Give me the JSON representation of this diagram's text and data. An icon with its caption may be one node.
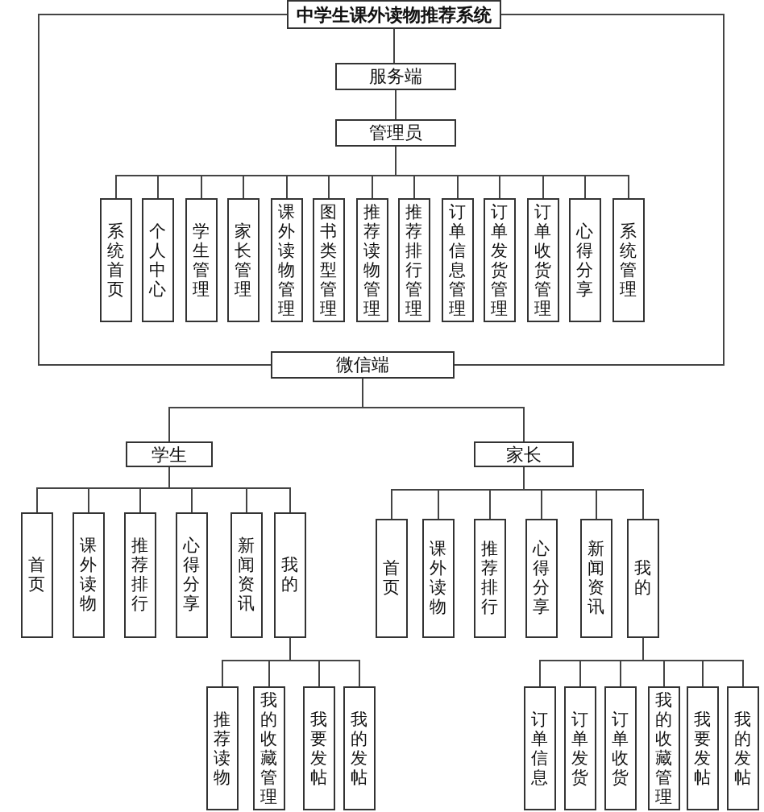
{
  "diagram": {
    "nodes": [
      {
        "text": [
          "中学生课外读物推荐系统"
        ]
      },
      {
        "text": [
          "服务端"
        ]
      },
      {
        "text": [
          "管理员"
        ]
      },
      {
        "text": [
          "系统首页"
        ]
      },
      {
        "text": [
          "个人中心"
        ]
      },
      {
        "text": [
          "学生管理"
        ]
      },
      {
        "text": [
          "家长管理"
        ]
      },
      {
        "text": [
          "课外读物管理"
        ]
      },
      {
        "text": [
          "图书类型管理"
        ]
      },
      {
        "text": [
          "推荐读物管理"
        ]
      },
      {
        "text": [
          "推荐排行管理"
        ]
      },
      {
        "text": [
          "订单信息管理"
        ]
      },
      {
        "text": [
          "订单发货管理"
        ]
      },
      {
        "text": [
          "订单收货管理"
        ]
      },
      {
        "text": [
          "心得分享"
        ]
      },
      {
        "text": [
          "系统管理"
        ]
      },
      {
        "text": [
          "微信端"
        ]
      },
      {
        "text": [
          "学生"
        ]
      },
      {
        "text": [
          "家长"
        ]
      },
      {
        "text": [
          "首页"
        ]
      },
      {
        "text": [
          "课外读物"
        ]
      },
      {
        "text": [
          "推荐排行"
        ]
      },
      {
        "text": [
          "心得分享"
        ]
      },
      {
        "text": [
          "新闻资讯"
        ]
      },
      {
        "text": [
          "我的"
        ]
      },
      {
        "text": [
          "首页"
        ]
      },
      {
        "text": [
          "课外读物"
        ]
      },
      {
        "text": [
          "推荐排行"
        ]
      },
      {
        "text": [
          "心得分享"
        ]
      },
      {
        "text": [
          "新闻资讯"
        ]
      },
      {
        "text": [
          "我的"
        ]
      },
      {
        "text": [
          "推荐读物"
        ]
      },
      {
        "text": [
          "我的收藏管理"
        ]
      },
      {
        "text": [
          "我要发帖"
        ]
      },
      {
        "text": [
          "我的发帖"
        ]
      },
      {
        "text": [
          "订单信息"
        ]
      },
      {
        "text": [
          "订单发货"
        ]
      },
      {
        "text": [
          "订单收货"
        ]
      },
      {
        "text": [
          "我的收藏管理"
        ]
      },
      {
        "text": [
          "我要发帖"
        ]
      },
      {
        "text": [
          "我的发帖"
        ]
      }
    ],
    "edges": [
      {
        "from": 0,
        "to": 1,
        "arrow": "none"
      },
      {
        "from": 0,
        "to": 16,
        "arrow": "none"
      },
      {
        "from": 0,
        "to": 16,
        "arrow": "none"
      },
      {
        "from": 1,
        "to": 2,
        "arrow": "none"
      },
      {
        "from": 2,
        "to": 3,
        "arrow": "none"
      },
      {
        "from": 2,
        "to": 4,
        "arrow": "none"
      },
      {
        "from": 2,
        "to": 5,
        "arrow": "none"
      },
      {
        "from": 2,
        "to": 6,
        "arrow": "none"
      },
      {
        "from": 2,
        "to": 7,
        "arrow": "none"
      },
      {
        "from": 2,
        "to": 8,
        "arrow": "none"
      },
      {
        "from": 2,
        "to": 9,
        "arrow": "none"
      },
      {
        "from": 2,
        "to": 10,
        "arrow": "none"
      },
      {
        "from": 2,
        "to": 11,
        "arrow": "none"
      },
      {
        "from": 2,
        "to": 12,
        "arrow": "none"
      },
      {
        "from": 2,
        "to": 13,
        "arrow": "none"
      },
      {
        "from": 2,
        "to": 14,
        "arrow": "none"
      },
      {
        "from": 2,
        "to": 15,
        "arrow": "none"
      },
      {
        "from": 16,
        "to": 17,
        "arrow": "none"
      },
      {
        "from": 16,
        "to": 18,
        "arrow": "none"
      },
      {
        "from": 17,
        "to": 19,
        "arrow": "none"
      },
      {
        "from": 17,
        "to": 20,
        "arrow": "none"
      },
      {
        "from": 17,
        "to": 21,
        "arrow": "none"
      },
      {
        "from": 17,
        "to": 22,
        "arrow": "none"
      },
      {
        "from": 17,
        "to": 23,
        "arrow": "none"
      },
      {
        "from": 17,
        "to": 24,
        "arrow": "none"
      },
      {
        "from": 18,
        "to": 25,
        "arrow": "none"
      },
      {
        "from": 18,
        "to": 26,
        "arrow": "none"
      },
      {
        "from": 18,
        "to": 27,
        "arrow": "none"
      },
      {
        "from": 18,
        "to": 28,
        "arrow": "none"
      },
      {
        "from": 18,
        "to": 29,
        "arrow": "none"
      },
      {
        "from": 18,
        "to": 30,
        "arrow": "none"
      },
      {
        "from": 24,
        "to": 31,
        "arrow": "none"
      },
      {
        "from": 24,
        "to": 32,
        "arrow": "none"
      },
      {
        "from": 24,
        "to": 33,
        "arrow": "none"
      },
      {
        "from": 24,
        "to": 34,
        "arrow": "none"
      },
      {
        "from": 30,
        "to": 35,
        "arrow": "none"
      },
      {
        "from": 30,
        "to": 36,
        "arrow": "none"
      },
      {
        "from": 30,
        "to": 37,
        "arrow": "none"
      },
      {
        "from": 30,
        "to": 38,
        "arrow": "none"
      },
      {
        "from": 30,
        "to": 39,
        "arrow": "none"
      },
      {
        "from": 30,
        "to": 40,
        "arrow": "none"
      }
    ]
  }
}
